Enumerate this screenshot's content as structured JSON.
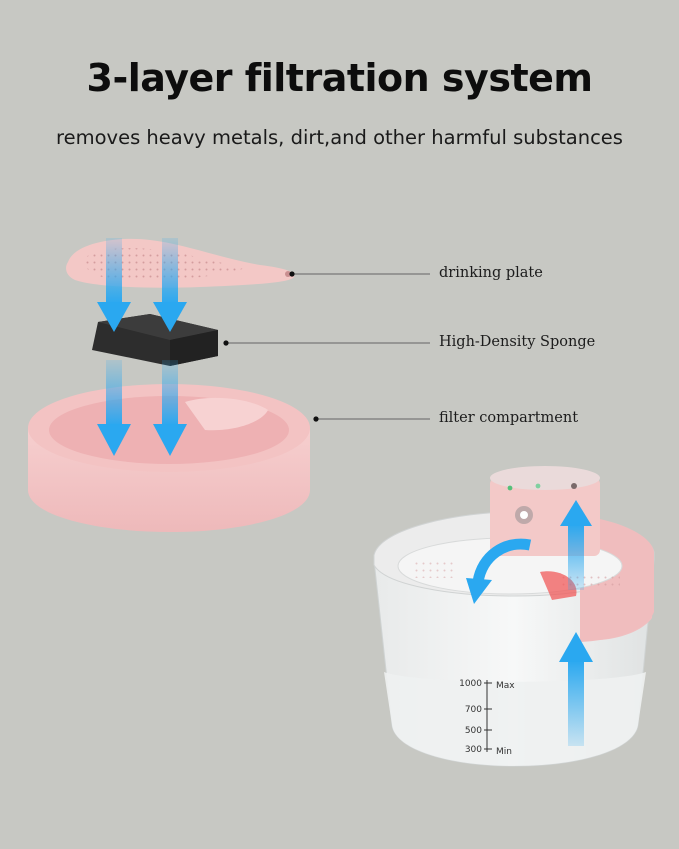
{
  "header": {
    "title": "3-layer filtration system",
    "subtitle": "removes heavy metals, dirt,and other harmful substances"
  },
  "callouts": [
    {
      "label": "drinking plate"
    },
    {
      "label": "High-Density Sponge"
    },
    {
      "label": "filter compartment"
    }
  ],
  "water_scale": {
    "marks": [
      "1000",
      "700",
      "500",
      "300"
    ],
    "max_label": "Max",
    "min_label": "Min"
  },
  "colors": {
    "background": "#c7c8c3",
    "pink": "#f2c2c3",
    "arrow_blue": "#2aa8f0",
    "sponge": "#2a2a2a"
  }
}
